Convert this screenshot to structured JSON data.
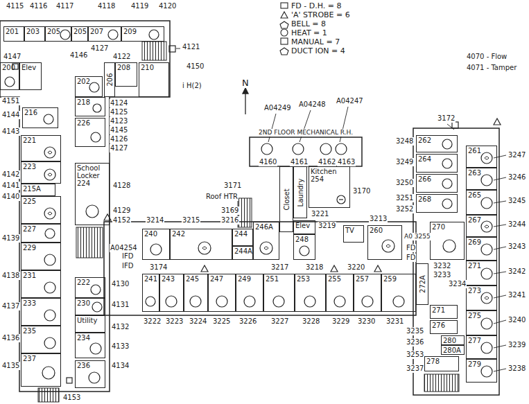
{
  "diagram": {
    "nodes": [
      {
        "text": [
          "201"
        ]
      },
      {
        "text": [
          "203"
        ]
      },
      {
        "text": [
          "205"
        ]
      },
      {
        "text": [
          "205"
        ]
      },
      {
        "text": [
          "207"
        ]
      },
      {
        "text": [
          "209"
        ]
      },
      {
        "text": [
          "200"
        ]
      },
      {
        "text": [
          "Elev"
        ]
      },
      {
        "text": [
          "202"
        ]
      },
      {
        "text": [
          "206"
        ]
      },
      {
        "text": [
          "208"
        ]
      },
      {
        "text": [
          "210"
        ]
      },
      {
        "text": [
          "216"
        ]
      },
      {
        "text": [
          "218"
        ]
      },
      {
        "text": [
          "221"
        ]
      },
      {
        "text": [
          "226"
        ]
      },
      {
        "text": [
          "223"
        ]
      },
      {
        "text": [
          "215A"
        ]
      },
      {
        "text": [
          "School Locker",
          "224"
        ]
      },
      {
        "text": [
          "225"
        ]
      },
      {
        "text": [
          "227"
        ]
      },
      {
        "text": [
          "229"
        ]
      },
      {
        "text": [
          "231"
        ]
      },
      {
        "text": [
          "233"
        ]
      },
      {
        "text": [
          "235"
        ]
      },
      {
        "text": [
          "237"
        ]
      },
      {
        "text": [
          "222"
        ]
      },
      {
        "text": [
          "230"
        ]
      },
      {
        "text": [
          "Utility"
        ]
      },
      {
        "text": [
          "234"
        ]
      },
      {
        "text": [
          "236"
        ]
      },
      {
        "text": [
          "240"
        ]
      },
      {
        "text": [
          "242"
        ]
      },
      {
        "text": [
          "244"
        ]
      },
      {
        "text": [
          "244A"
        ]
      },
      {
        "text": [
          "246A"
        ]
      },
      {
        "text": [
          "Closet"
        ]
      },
      {
        "text": [
          "Laundry"
        ]
      },
      {
        "text": [
          "Elev"
        ]
      },
      {
        "text": [
          "248"
        ]
      },
      {
        "text": [
          "Kitchen",
          "254"
        ]
      },
      {
        "text": [
          "TV"
        ]
      },
      {
        "text": [
          "260"
        ]
      },
      {
        "text": [
          "262"
        ]
      },
      {
        "text": [
          "264"
        ]
      },
      {
        "text": [
          "266"
        ]
      },
      {
        "text": [
          "268"
        ]
      },
      {
        "text": [
          "270"
        ]
      },
      {
        "text": [
          "241"
        ]
      },
      {
        "text": [
          "243"
        ]
      },
      {
        "text": [
          "245"
        ]
      },
      {
        "text": [
          "247"
        ]
      },
      {
        "text": [
          "249"
        ]
      },
      {
        "text": [
          "251"
        ]
      },
      {
        "text": [
          "253"
        ]
      },
      {
        "text": [
          "255"
        ]
      },
      {
        "text": [
          "257"
        ]
      },
      {
        "text": [
          "259"
        ]
      },
      {
        "text": [
          "272A"
        ]
      },
      {
        "text": [
          "271"
        ]
      },
      {
        "text": [
          "276"
        ]
      },
      {
        "text": [
          "280"
        ]
      },
      {
        "text": [
          "280A"
        ]
      },
      {
        "text": [
          "278"
        ]
      },
      {
        "text": [
          "261"
        ]
      },
      {
        "text": [
          "263"
        ]
      },
      {
        "text": [
          "265"
        ]
      },
      {
        "text": [
          "267"
        ]
      },
      {
        "text": [
          "269"
        ]
      },
      {
        "text": [
          "271"
        ]
      },
      {
        "text": [
          "273"
        ]
      },
      {
        "text": [
          "275"
        ]
      },
      {
        "text": [
          "277"
        ]
      },
      {
        "text": [
          "279"
        ]
      }
    ],
    "labels": [
      "4115",
      "4116",
      "4117",
      "4118",
      "4119",
      "4120",
      "4121",
      "4150",
      "i H(2)",
      "4147",
      "4146",
      "4127",
      "4122",
      "4151",
      "4144",
      "4143",
      "4142",
      "4141",
      "4140",
      "4139",
      "4138",
      "4137",
      "4136",
      "4135",
      "4153",
      "4124",
      "4125",
      "4123",
      "4145",
      "4126",
      "4127",
      "4128",
      "4129",
      "4152",
      "A04254",
      "IFD",
      "IFD",
      "4130",
      "4131",
      "4132",
      "4133",
      "4134",
      "4070 - Flow",
      "4071 - Tamper",
      "3172",
      "A04249",
      "A04248",
      "A04247",
      "2ND FLOOR MECHANICAL R.H.",
      "4160",
      "4161",
      "4162",
      "4163",
      "N",
      "3171",
      "Roof HTR",
      "3169",
      "3216",
      "3214",
      "3215",
      "3221",
      "3219",
      "3170",
      "3213",
      "3174",
      "3217",
      "3218",
      "3220",
      "A0 3255",
      "FD",
      "FD",
      "3232",
      "3233",
      "3234",
      "3248",
      "3249",
      "3250",
      "3251",
      "3252",
      "3222",
      "3223",
      "3224",
      "3225",
      "3226",
      "3227",
      "3228",
      "3229",
      "3230",
      "3231",
      "3235",
      "3236",
      "3253",
      "3237",
      "3247",
      "3246",
      "3245",
      "3244",
      "3243",
      "3242",
      "3241",
      "3240",
      "3239",
      "3238"
    ],
    "legend": [
      {
        "text": "FD - D.H. = 8"
      },
      {
        "text": "'A' STROBE = 6"
      },
      {
        "text": "BELL = 8"
      },
      {
        "text": "HEAT = 1"
      },
      {
        "text": "MANUAL = 7"
      },
      {
        "text": "DUCT ION = 4"
      }
    ]
  }
}
